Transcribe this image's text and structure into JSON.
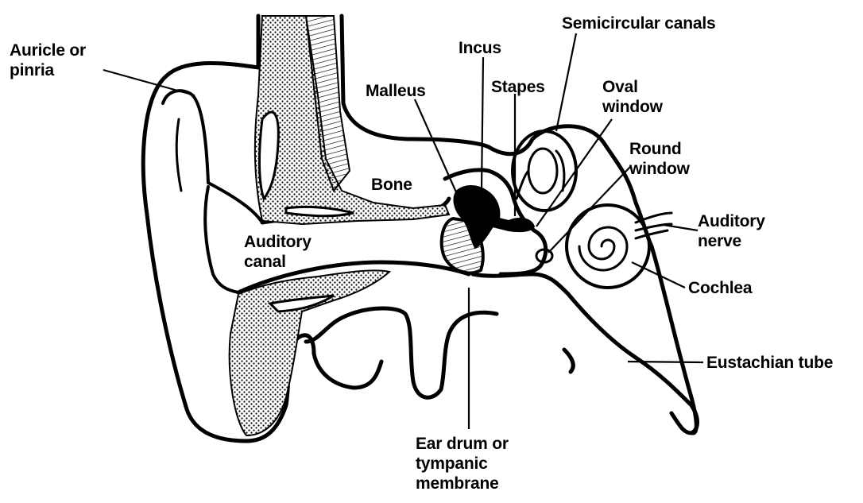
{
  "labels": {
    "auricle": [
      "Auricle or",
      "pinria"
    ],
    "incus": "Incus",
    "semicircular_canals": "Semicircular canals",
    "malleus": "Malleus",
    "stapes": "Stapes",
    "oval_window": [
      "Oval",
      "window"
    ],
    "round_window": [
      "Round",
      "window"
    ],
    "bone": "Bone",
    "auditory_nerve": [
      "Auditory",
      "nerve"
    ],
    "auditory_canal": [
      "Auditory",
      "canal"
    ],
    "cochlea": "Cochlea",
    "eustachian_tube": "Eustachian tube",
    "ear_drum": [
      "Ear drum or",
      "tympanic",
      "membrane"
    ]
  },
  "colors": {
    "ink": "#000000",
    "paper": "#ffffff"
  }
}
